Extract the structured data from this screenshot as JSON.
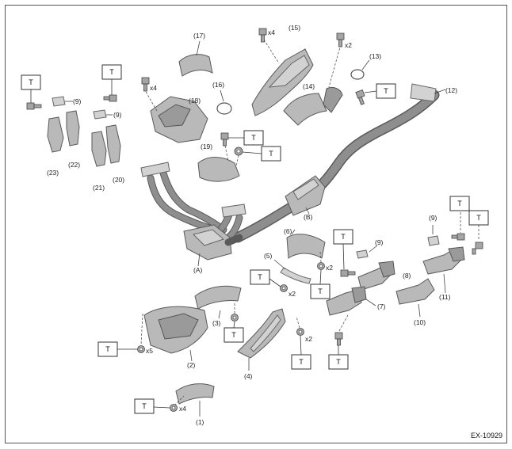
{
  "diagram": {
    "figure_code": "EX-10929",
    "torque_mark": "T",
    "parts": {
      "p1": "(1)",
      "p2": "(2)",
      "p3": "(3)",
      "p4": "(4)",
      "p5": "(5)",
      "p6": "(6)",
      "p7": "(7)",
      "p8": "(8)",
      "p9a": "(9)",
      "p9b": "(9)",
      "p9c": "(9)",
      "p9d": "(9)",
      "p10": "(10)",
      "p11": "(11)",
      "p12": "(12)",
      "p13": "(13)",
      "p14": "(14)",
      "p15": "(15)",
      "p16": "(16)",
      "p17": "(17)",
      "p18": "(18)",
      "p19": "(19)",
      "p20": "(20)",
      "p21": "(21)",
      "p22": "(22)",
      "p23": "(23)",
      "pA": "(A)",
      "pB": "(B)"
    },
    "quantities": {
      "q15": "x4",
      "q14": "x2",
      "q18": "x4",
      "q6": "x2",
      "q5": "x2",
      "q4": "x2",
      "q2": "x5",
      "q1": "x4"
    }
  }
}
